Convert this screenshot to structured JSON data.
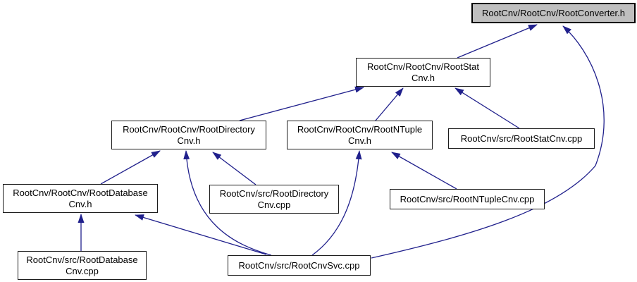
{
  "diagram": {
    "kind": "doxygen-include-dependency-graph",
    "background_color": "#ffffff",
    "edge_color": "#20208c",
    "node_fill": "#ffffff",
    "node_border_color": "#1c1c1c",
    "highlighted_node_fill": "#bfbfbf",
    "nodes": {
      "converter": {
        "label": "RootCnv/RootCnv/RootConverter.h",
        "highlighted": true
      },
      "rootstat": {
        "label": "RootCnv/RootCnv/RootStat\nCnv.h",
        "highlighted": false
      },
      "rootdirectory": {
        "label": "RootCnv/RootCnv/RootDirectory\nCnv.h",
        "highlighted": false
      },
      "rootntuple": {
        "label": "RootCnv/RootCnv/RootNTuple\nCnv.h",
        "highlighted": false
      },
      "rootstatcnv_cpp": {
        "label": "RootCnv/src/RootStatCnv.cpp",
        "highlighted": false
      },
      "rootdatabase": {
        "label": "RootCnv/RootCnv/RootDatabase\nCnv.h",
        "highlighted": false
      },
      "rootdirectorycnv_cpp": {
        "label": "RootCnv/src/RootDirectory\nCnv.cpp",
        "highlighted": false
      },
      "rootntuplecnv_cpp": {
        "label": "RootCnv/src/RootNTupleCnv.cpp",
        "highlighted": false
      },
      "rootdatabasecnv_cpp": {
        "label": "RootCnv/src/RootDatabase\nCnv.cpp",
        "highlighted": false
      },
      "rootcnvsvc_cpp": {
        "label": "RootCnv/src/RootCnvSvc.cpp",
        "highlighted": false
      }
    },
    "edges": [
      {
        "from": "rootstat",
        "to": "converter"
      },
      {
        "from": "rootcnvsvc_cpp",
        "to": "converter"
      },
      {
        "from": "rootdirectory",
        "to": "rootstat"
      },
      {
        "from": "rootntuple",
        "to": "rootstat"
      },
      {
        "from": "rootstatcnv_cpp",
        "to": "rootstat"
      },
      {
        "from": "rootdatabase",
        "to": "rootdirectory"
      },
      {
        "from": "rootcnvsvc_cpp",
        "to": "rootdirectory"
      },
      {
        "from": "rootdirectorycnv_cpp",
        "to": "rootdirectory"
      },
      {
        "from": "rootcnvsvc_cpp",
        "to": "rootntuple"
      },
      {
        "from": "rootntuplecnv_cpp",
        "to": "rootntuple"
      },
      {
        "from": "rootdatabasecnv_cpp",
        "to": "rootdatabase"
      },
      {
        "from": "rootcnvsvc_cpp",
        "to": "rootdatabase"
      }
    ]
  }
}
